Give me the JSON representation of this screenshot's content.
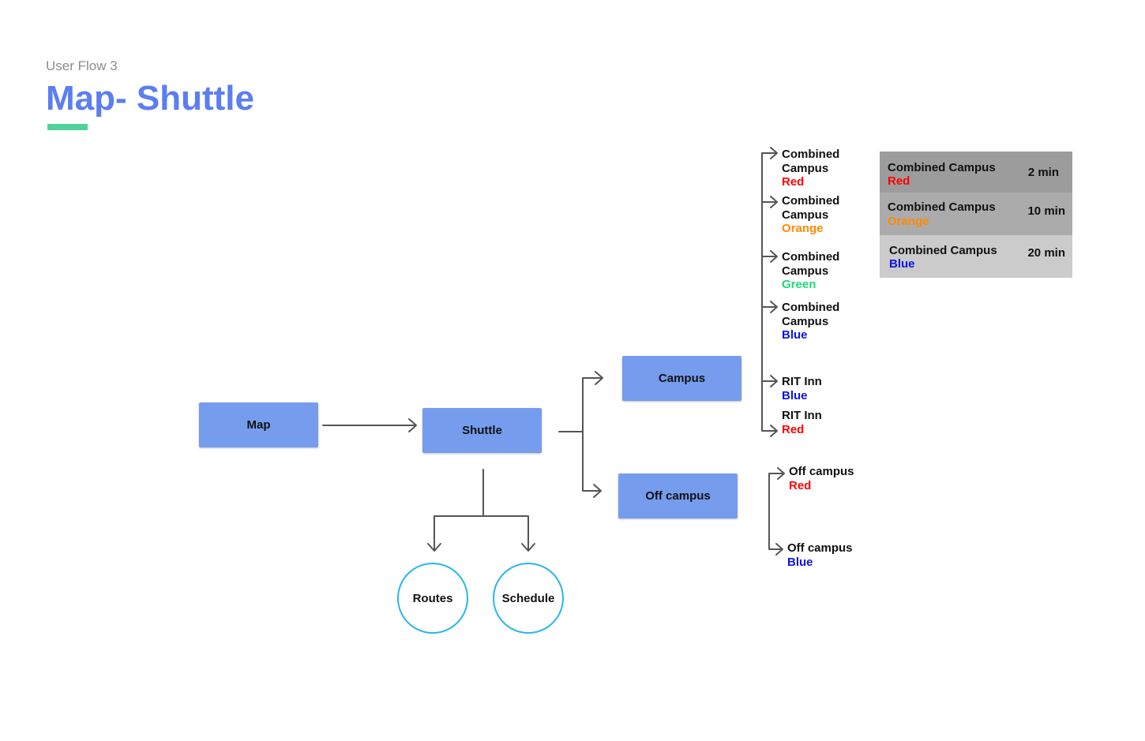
{
  "header": {
    "subtitle": "User Flow 3",
    "title": "Map- Shuttle"
  },
  "nodes": {
    "map": "Map",
    "shuttle": "Shuttle",
    "campus": "Campus",
    "off_campus": "Off campus",
    "routes": "Routes",
    "schedule": "Schedule"
  },
  "campus_routes": [
    {
      "lines": [
        "Combined",
        "Campus"
      ],
      "color_label": "Red",
      "color": "#ff0000"
    },
    {
      "lines": [
        "Combined",
        "Campus"
      ],
      "color_label": "Orange",
      "color": "#ff8a00"
    },
    {
      "lines": [
        "Combined",
        "Campus"
      ],
      "color_label": "Green",
      "color": "#1ed97a"
    },
    {
      "lines": [
        "Combined",
        "Campus"
      ],
      "color_label": "Blue",
      "color": "#0a14e6"
    },
    {
      "lines": [
        "RIT Inn"
      ],
      "color_label": "Blue",
      "color": "#0a14e6"
    },
    {
      "lines": [
        "RIT Inn"
      ],
      "color_label": "Red",
      "color": "#ff0000"
    }
  ],
  "off_campus_routes": [
    {
      "lines": [
        "Off campus"
      ],
      "color_label": "Red",
      "color": "#ff0000"
    },
    {
      "lines": [
        "Off campus"
      ],
      "color_label": "Blue",
      "color": "#0a14e6"
    }
  ],
  "arrival_table": [
    {
      "name": "Combined Campus",
      "color_label": "Red",
      "color": "#ff0000",
      "time": "2 min",
      "bg": "#9c9c9c"
    },
    {
      "name": "Combined Campus",
      "color_label": "Orange",
      "color": "#ff8a00",
      "time": "10 min",
      "bg": "#ababab"
    },
    {
      "name": "Combined Campus",
      "color_label": "Blue",
      "color": "#0a14e6",
      "time": "20 min",
      "bg": "#cbcbcb"
    }
  ],
  "colors": {
    "title": "#5b7ef0",
    "accent": "#4fd39a",
    "node_fill": "#769ced",
    "circle_stroke": "#2bb6ea",
    "connector": "#555555"
  }
}
